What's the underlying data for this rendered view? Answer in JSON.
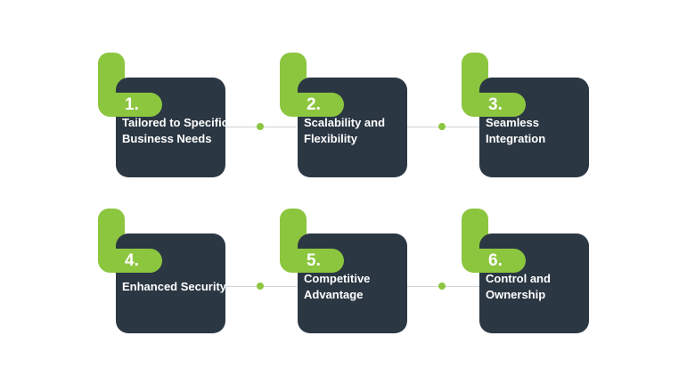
{
  "colors": {
    "accent": "#8cc63f",
    "card": "#2b3743",
    "connector": "#cfd4d8",
    "text": "#ffffff"
  },
  "steps": [
    {
      "number": "1.",
      "label": "Tailored to Specific Business Needs"
    },
    {
      "number": "2.",
      "label": "Scalability and Flexibility"
    },
    {
      "number": "3.",
      "label": "Seamless Integration"
    },
    {
      "number": "4.",
      "label": "Enhanced Security"
    },
    {
      "number": "5.",
      "label": "Competitive Advantage"
    },
    {
      "number": "6.",
      "label": "Control and Ownership"
    }
  ]
}
